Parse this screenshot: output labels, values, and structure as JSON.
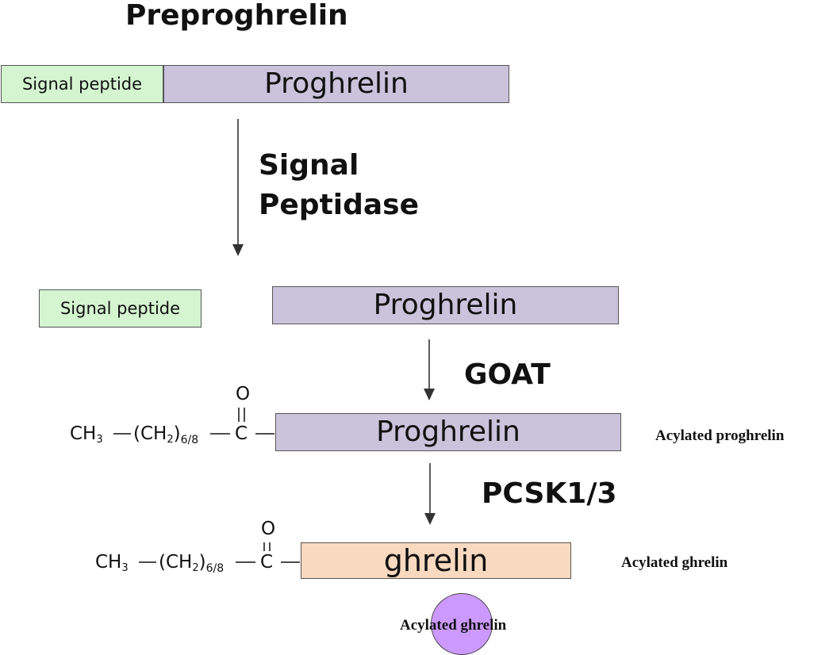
{
  "title": "Preproghrelin",
  "stage1": {
    "signal_peptide": "Signal peptide",
    "proghrelin": "Proghrelin"
  },
  "step1_enzyme_line1": "Signal",
  "step1_enzyme_line2": "Peptidase",
  "stage2": {
    "signal_peptide": "Signal peptide",
    "proghrelin": "Proghrelin"
  },
  "step2_enzyme": "GOAT",
  "stage3": {
    "acyl_ch3": "CH",
    "acyl_ch3_sub": "3",
    "acyl_ch2": "(CH",
    "acyl_ch2_sub": "2",
    "acyl_ch2_close": ")",
    "acyl_repeat": "6/8",
    "carbonyl_c": "C",
    "carbonyl_o": "O",
    "proghrelin": "Proghrelin",
    "label": "Acylated proghrelin"
  },
  "step3_enzyme": "PCSK1/3",
  "stage4": {
    "acyl_ch3": "CH",
    "acyl_ch3_sub": "3",
    "acyl_ch2": "(CH",
    "acyl_ch2_sub": "2",
    "acyl_ch2_close": ")",
    "acyl_repeat": "6/8",
    "carbonyl_c": "C",
    "carbonyl_o": "O",
    "ghrelin": "ghrelin",
    "label": "Acylated ghrelin"
  },
  "bottom_label": "Acylated ghrelin",
  "colors": {
    "signal_peptide_fill": "#d4f5d0",
    "proghrelin_fill": "#cbc3dc",
    "ghrelin_fill": "#f9d9bf",
    "circle_fill": "#cc99ff",
    "line": "#333333"
  }
}
